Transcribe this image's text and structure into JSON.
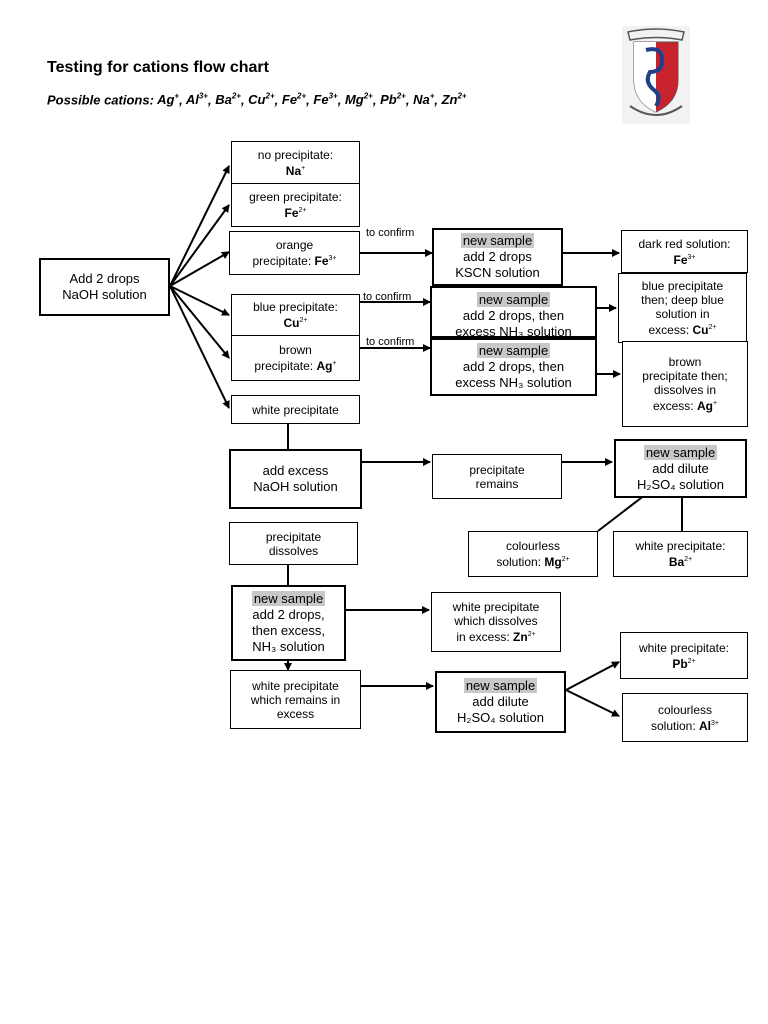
{
  "title": "Testing for cations flow chart",
  "subtitle": {
    "prefix": "Possible cations: ",
    "ions": [
      {
        "base": "Ag",
        "charge": "+"
      },
      {
        "base": "Al",
        "charge": "3+"
      },
      {
        "base": "Ba",
        "charge": "2+"
      },
      {
        "base": "Cu",
        "charge": "2+"
      },
      {
        "base": "Fe",
        "charge": "2+"
      },
      {
        "base": "Fe",
        "charge": "3+"
      },
      {
        "base": "Mg",
        "charge": "2+"
      },
      {
        "base": "Pb",
        "charge": "2+"
      },
      {
        "base": "Na",
        "charge": "+"
      },
      {
        "base": "Zn",
        "charge": "2+"
      }
    ]
  },
  "crest": {
    "colors": {
      "red": "#c8232c",
      "blue": "#1f3f8c",
      "grey": "#555555"
    }
  },
  "highlight_color": "#c8c8c8",
  "boxes": {
    "start": {
      "line1": "Add 2 drops",
      "line2": "NaOH solution"
    },
    "na": {
      "text": "no precipitate:",
      "ion": "Na",
      "charge": "+"
    },
    "fe2": {
      "text": "green precipitate:",
      "ion": "Fe",
      "charge": "2+"
    },
    "fe3": {
      "line1": "orange",
      "line2": "precipitate: ",
      "ion": "Fe",
      "charge": "3+"
    },
    "cu": {
      "text": "blue precipitate:",
      "ion": "Cu",
      "charge": "2+"
    },
    "ag": {
      "line1": "brown",
      "line2": "precipitate: ",
      "ion": "Ag",
      "charge": "+"
    },
    "white": {
      "text": "white precipitate"
    },
    "kscn": {
      "hl": "new sample",
      "line2": "add 2 drops",
      "line3": "KSCN solution"
    },
    "nh3_cu": {
      "hl": "new sample",
      "line2": "add 2 drops, then",
      "line3": "excess NH₃ solution"
    },
    "nh3_ag": {
      "hl": "new sample",
      "line2": "add 2 drops, then",
      "line3": "excess NH₃ solution"
    },
    "fe3_result": {
      "text": "dark red solution:",
      "ion": "Fe",
      "charge": "3+"
    },
    "cu_result": {
      "line1": "blue precipitate",
      "line2": "then; deep blue",
      "line3": "solution in",
      "line4": "excess: ",
      "ion": "Cu",
      "charge": "2+"
    },
    "ag_result": {
      "line1": "brown",
      "line2": "precipitate then;",
      "line3": "dissolves in",
      "line4": "excess: ",
      "ion": "Ag",
      "charge": "+"
    },
    "excess_naoh": {
      "line1": "add excess",
      "line2": "NaOH solution"
    },
    "ppt_remains": {
      "line1": "precipitate",
      "line2": "remains"
    },
    "h2so4_top": {
      "hl": "new sample",
      "line2": "add dilute",
      "line3": "H₂SO₄ solution"
    },
    "mg": {
      "line1": "colourless",
      "line2": "solution: ",
      "ion": "Mg",
      "charge": "2+"
    },
    "ba": {
      "text": "white precipitate:",
      "ion": "Ba",
      "charge": "2+"
    },
    "ppt_dissolves": {
      "line1": "precipitate",
      "line2": "dissolves"
    },
    "nh3_zn": {
      "hl": "new sample",
      "line2": "add 2 drops,",
      "line3": "then excess,",
      "line4": "NH₃ solution"
    },
    "zn": {
      "line1": "white precipitate",
      "line2": "which dissolves",
      "line3": "in excess: ",
      "ion": "Zn",
      "charge": "2+"
    },
    "white_remains": {
      "line1": "white precipitate",
      "line2": "which remains in",
      "line3": "excess"
    },
    "h2so4_bottom": {
      "hl": "new sample",
      "line2": "add dilute",
      "line3": "H₂SO₄ solution"
    },
    "pb": {
      "text": "white precipitate:",
      "ion": "Pb",
      "charge": "2+"
    },
    "al": {
      "line1": "colourless",
      "line2": "solution: ",
      "ion": "Al",
      "charge": "3+"
    }
  },
  "confirm_label": "to confirm"
}
